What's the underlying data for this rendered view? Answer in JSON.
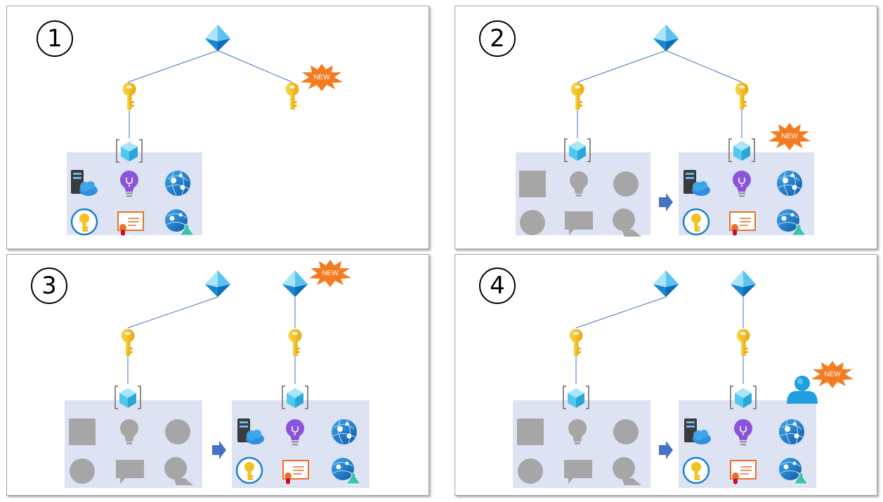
{
  "panels": [
    {
      "id": 1,
      "number": "1",
      "badge": "NEW"
    },
    {
      "id": 2,
      "number": "2",
      "badge": "NEW"
    },
    {
      "id": 3,
      "number": "3",
      "badge": "NEW"
    },
    {
      "id": 4,
      "number": "4",
      "badge": "NEW"
    }
  ],
  "icons": {
    "tenant": "entra-id-diamond-icon",
    "credential": "key-icon",
    "identity": "managed-identity-cube-icon",
    "services": [
      "cloud-server-icon",
      "lightbulb-icon",
      "app-service-globe-icon",
      "key-vault-icon",
      "certificate-icon",
      "globe-lab-icon"
    ],
    "placeholders": [
      "gray-square-icon",
      "gray-lightbulb-icon",
      "gray-circle-icon",
      "gray-circle-icon",
      "gray-speech-bubble-icon",
      "gray-head-icon"
    ],
    "transition": "blue-arrow-icon",
    "user": "user-icon"
  },
  "colors": {
    "panel_border": "#a6a6a6",
    "group_bg": "#dde3f2",
    "connector": "#4472c4",
    "badge": "#f47b20",
    "key": "#f4c21e",
    "diamond": "#2fa6e4",
    "placeholder": "#a6a6a6"
  }
}
